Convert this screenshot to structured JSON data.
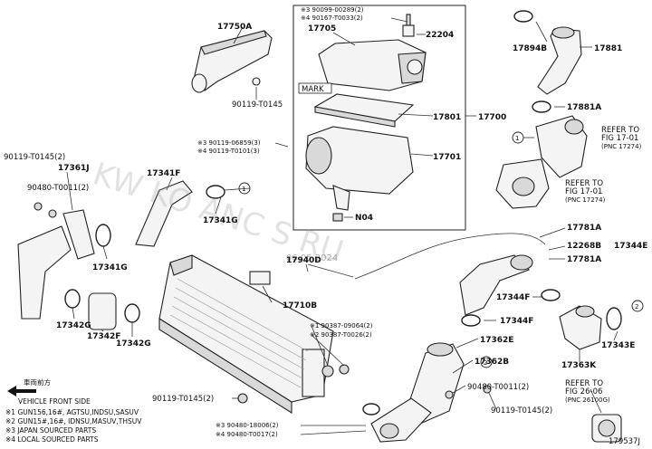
{
  "labels": {
    "p_17750A": "17750A",
    "p_17705": "17705",
    "p_22204": "22204",
    "p_17894B": "17894B",
    "p_17881": "17881",
    "p_17881A_top": "17881A",
    "p_17801": "17801",
    "p_17700": "17700",
    "p_17701": "17701",
    "p_N04": "N04",
    "p_17341F": "17341F",
    "p_17341G_a": "17341G",
    "p_17341G_b": "17341G",
    "p_17361J": "17361J",
    "p_17342G_a": "17342G",
    "p_17342G_b": "17342G",
    "p_17342F": "17342F",
    "p_17940D": "17940D",
    "p_17710B": "17710B",
    "p_17781A_a": "17781A",
    "p_12268B": "12268B",
    "p_17781A_b": "17781A",
    "p_17344E": "17344E",
    "p_17344F_a": "17344F",
    "p_17344F_b": "17344F",
    "p_17343E": "17343E",
    "p_17363K": "17363K",
    "p_17362B": "17362B",
    "p_17362E": "17362E",
    "mark": "MARK",
    "s_90099": "※3 90099-00289(2)",
    "s_490167": "※4 90167-T0033(2)",
    "s_90119_T0145_a": "90119-T0145",
    "s_90119_06859": "※3 90119-06859(3)",
    "s_490119_T0101": "※4 90119-T0101(3)",
    "s_90119_T0145_b": "90119-T0145(2)",
    "s_90480_T0011_a": "90480-T0011(2)",
    "s_190387": "※1 90387-09064(2)",
    "s_290387": "※2 90387-T0026(2)",
    "s_90480_T0011_b": "90480-T0011(2)",
    "s_90119_T0145_c": "90119-T0145(2)",
    "s_90119_T0145_d": "90119-T0145(2)",
    "s_390480": "※3 90480-18006(2)",
    "s_490480": "※4 90480-T0017(2)",
    "ref1_a": "REFER TO",
    "ref1_b": "FIG 17-01",
    "ref1_c": "(PNC 17274)",
    "ref2_a": "REFER TO",
    "ref2_b": "FIG 17-01",
    "ref2_c": "(PNC 17274)",
    "ref3_a": "REFER TO",
    "ref3_b": "FIG 26-06",
    "ref3_c": "(PNC 26100G)",
    "circle_1a": "1",
    "circle_1b": "1",
    "circle_2a": "2",
    "circle_2b": "2",
    "drawing_no": "179537J"
  },
  "legend": {
    "front_jp": "車両前方",
    "front_en": "VEHICLE FRONT SIDE",
    "n1": "※1 GUN156,16#, AGTSU,INDSU,SASUV",
    "n2": "※2 GUN15#,16#, IDNSU,MASUV,THSUV",
    "n3": "※3 JAPAN SOURCED PARTS",
    "n4": "※4 LOCAL SOURCED PARTS"
  },
  "watermark": {
    "text": "KW  KO  ANC  S  RU",
    "date": "06.05.2024"
  }
}
